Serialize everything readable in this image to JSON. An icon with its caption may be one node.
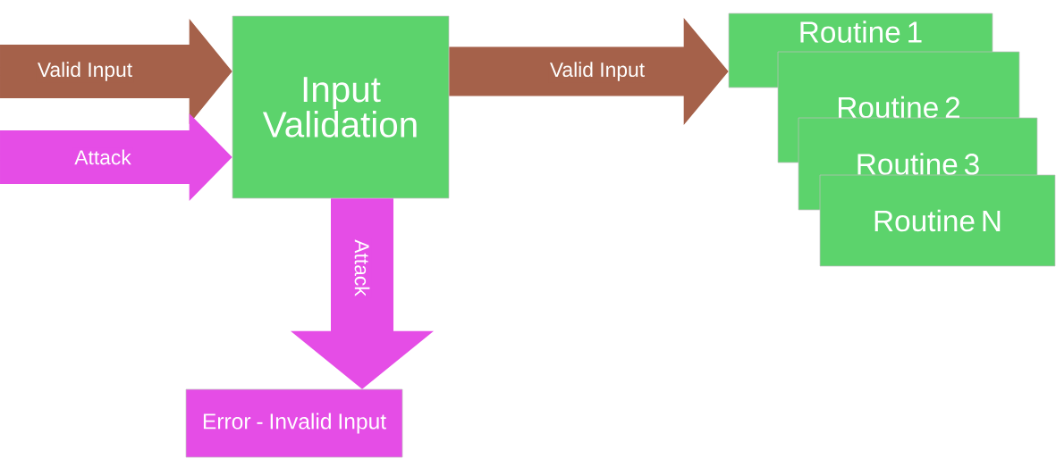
{
  "diagram": {
    "nodes": [
      {
        "text": [
          "Input Validation"
        ]
      },
      {
        "text": [
          "Routine 1"
        ]
      },
      {
        "text": [
          "Routine 2"
        ]
      },
      {
        "text": [
          "Routine 3"
        ]
      },
      {
        "text": [
          "Routine N"
        ]
      },
      {
        "text": [
          "Error - Invalid Input"
        ]
      }
    ],
    "edges": [
      {
        "from": null,
        "to": 0,
        "arrow": "to",
        "label": "Valid Input",
        "color": "#a5614a"
      },
      {
        "from": null,
        "to": 0,
        "arrow": "to",
        "label": "Attack",
        "color": "#e54de6"
      },
      {
        "from": 0,
        "to": 1,
        "arrow": "to",
        "label": "Valid Input",
        "color": "#a5614a"
      },
      {
        "from": 0,
        "to": 5,
        "arrow": "to",
        "label": "Attack",
        "color": "#e54de6"
      }
    ]
  }
}
